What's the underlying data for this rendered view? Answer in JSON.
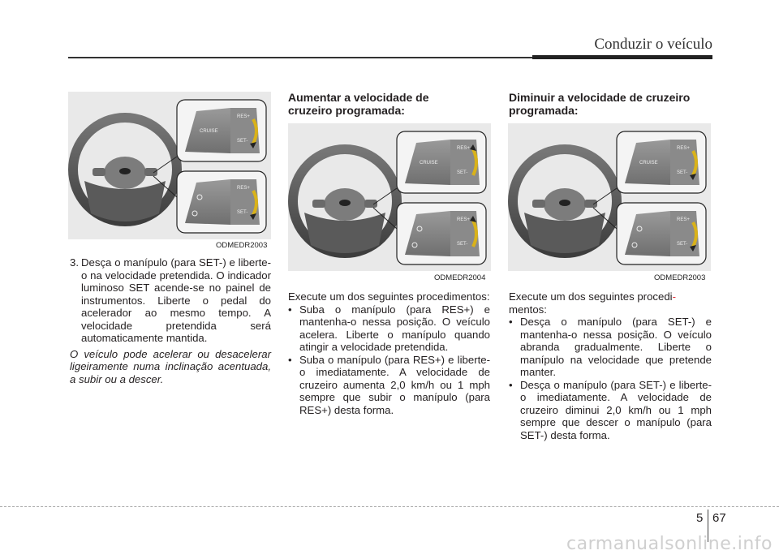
{
  "header": {
    "title": "Conduzir o veículo"
  },
  "figures": [
    {
      "code": "ODMEDR2003",
      "cruise": "CRUISE",
      "res": "RES+",
      "set": "SET-"
    },
    {
      "code": "ODMEDR2004",
      "cruise": "CRUISE",
      "res": "RES+",
      "set": "SET-"
    },
    {
      "code": "ODMEDR2003",
      "cruise": "CRUISE",
      "res": "RES+",
      "set": "SET-"
    }
  ],
  "col1": {
    "step_number": "3.",
    "step_text": "Desça o manípulo (para SET-) e liberte-o na velocidade pretendida. O indicador luminoso SET acende-se no painel de instrumentos. Liberte o pedal do acelerador ao mesmo tempo. A velocidade pretendida será automaticamente mantida.",
    "note": "O veículo pode acelerar ou desacelerar ligeiramente numa inclinação acentuada, a subir ou a descer."
  },
  "col2": {
    "heading_line1": "Aumentar a velocidade de",
    "heading_line2": "cruzeiro programada:",
    "intro": "Execute um dos seguintes procedimentos:",
    "bullets": [
      "Suba o manípulo (para RES+) e mantenha-o nessa posição. O veículo acelera. Liberte o manípulo quando atingir a velocidade pretendida.",
      "Suba o manípulo (para RES+) e liberte-o imediatamente. A velocidade de cruzeiro aumenta 2,0 km/h ou 1 mph sempre que subir o manípulo (para RES+) desta forma."
    ]
  },
  "col3": {
    "heading_line1": "Diminuir a velocidade de cruzeiro",
    "heading_line2": "programada:",
    "intro_a": "Execute um dos seguintes procedi",
    "intro_hyphen": "-",
    "intro_b": "mentos:",
    "bullets": [
      "Desça o manípulo (para SET-) e mantenha-o nessa posição. O veículo abranda gradualmente. Liberte o manípulo na velocidade que pretende manter.",
      "Desça o manípulo (para SET-) e liberte-o imediatamente. A velocidade de cruzeiro diminui 2,0 km/h ou 1 mph sempre que descer o manípulo (para SET-) desta forma."
    ]
  },
  "footer": {
    "chapter": "5",
    "page": "67",
    "watermark": "carmanualsonline.info"
  },
  "colors": {
    "accent_hyphen": "#e0303a",
    "figure_bg": "#e9e9e9"
  }
}
